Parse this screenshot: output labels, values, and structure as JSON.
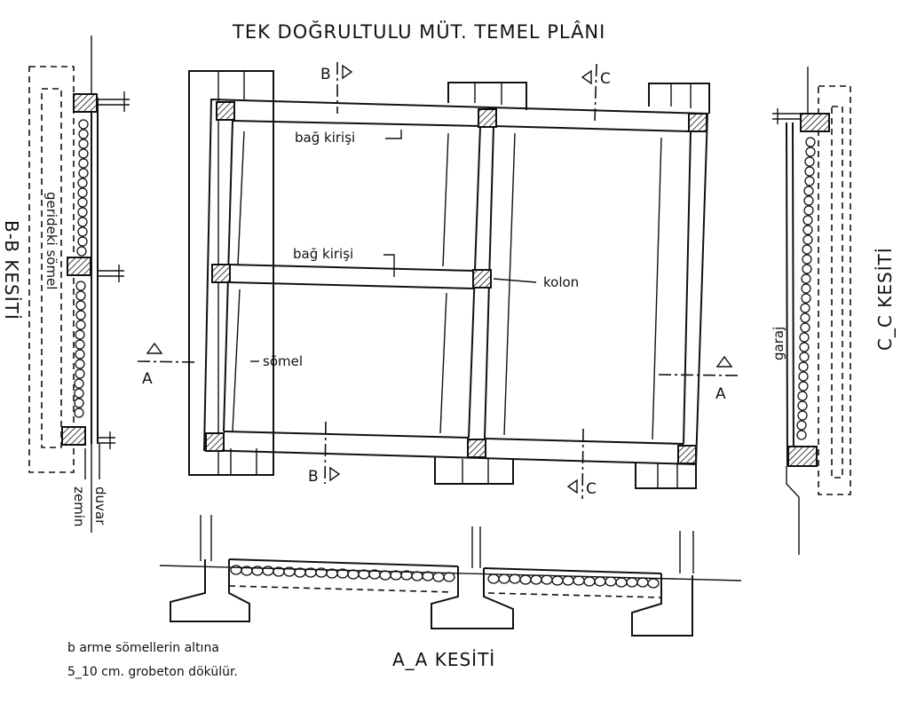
{
  "title": "TEK DOĞRULTULU MÜT. TEMEL PLÂNI",
  "plan_labels": {
    "tie_beam_top": "bağ kirişi",
    "tie_beam_middle": "bağ kirişi",
    "column": "kolon",
    "footing": "sömel"
  },
  "section_marks": {
    "a_left": "A",
    "a_right": "A",
    "b_top": "B",
    "b_bottom": "B",
    "c_top": "C",
    "c_bottom": "C"
  },
  "left_section": {
    "title": "B-B KESİTİ",
    "behind_footing": "gerideki sömel",
    "wall": "duvar",
    "ground": "zemin"
  },
  "right_section": {
    "title": "C_C KESİTİ",
    "garage": "garaj"
  },
  "bottom_section": {
    "title": "A_A KESİTİ",
    "note_line1": "b arme sömellerin altına",
    "note_line2": "5_10 cm. grobeton dökülür."
  }
}
